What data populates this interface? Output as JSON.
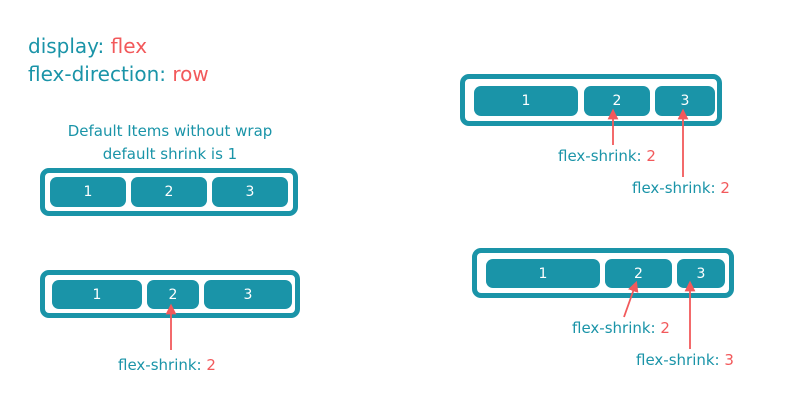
{
  "heading": {
    "prop1": "display:",
    "val1": "flex",
    "prop2": "flex-direction:",
    "val2": "row"
  },
  "colors": {
    "teal": "#1a94a8",
    "red": "#f2595b"
  },
  "diagrams": {
    "default": {
      "caption_line1": "Default Items without wrap",
      "caption_line2": "default shrink is 1",
      "items": [
        "1",
        "2",
        "3"
      ]
    },
    "one_shrink": {
      "items": [
        "1",
        "2",
        "3"
      ],
      "label_prop": "flex-shrink:",
      "label_val": "2"
    },
    "two_shrink_equal": {
      "items": [
        "1",
        "2",
        "3"
      ],
      "label_a_prop": "flex-shrink:",
      "label_a_val": "2",
      "label_b_prop": "flex-shrink:",
      "label_b_val": "2"
    },
    "two_shrink_diff": {
      "items": [
        "1",
        "2",
        "3"
      ],
      "label_a_prop": "flex-shrink:",
      "label_a_val": "2",
      "label_b_prop": "flex-shrink:",
      "label_b_val": "3"
    }
  }
}
